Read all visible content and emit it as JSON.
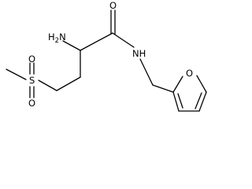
{
  "molecule": {
    "atoms": {
      "amine": {
        "symbol": "H",
        "subscript": "2",
        "suffix": "N"
      },
      "carbonyl_oxygen": {
        "symbol": "O"
      },
      "amide_nitrogen": {
        "symbol": "N",
        "hydrogen": "H"
      },
      "sulfur": {
        "symbol": "S"
      },
      "sulfonyl_oxygen_upper": {
        "symbol": "O"
      },
      "sulfonyl_oxygen_lower": {
        "symbol": "O"
      },
      "furan_oxygen": {
        "symbol": "O"
      }
    },
    "line_color": "#000000",
    "background_color": "#ffffff"
  }
}
